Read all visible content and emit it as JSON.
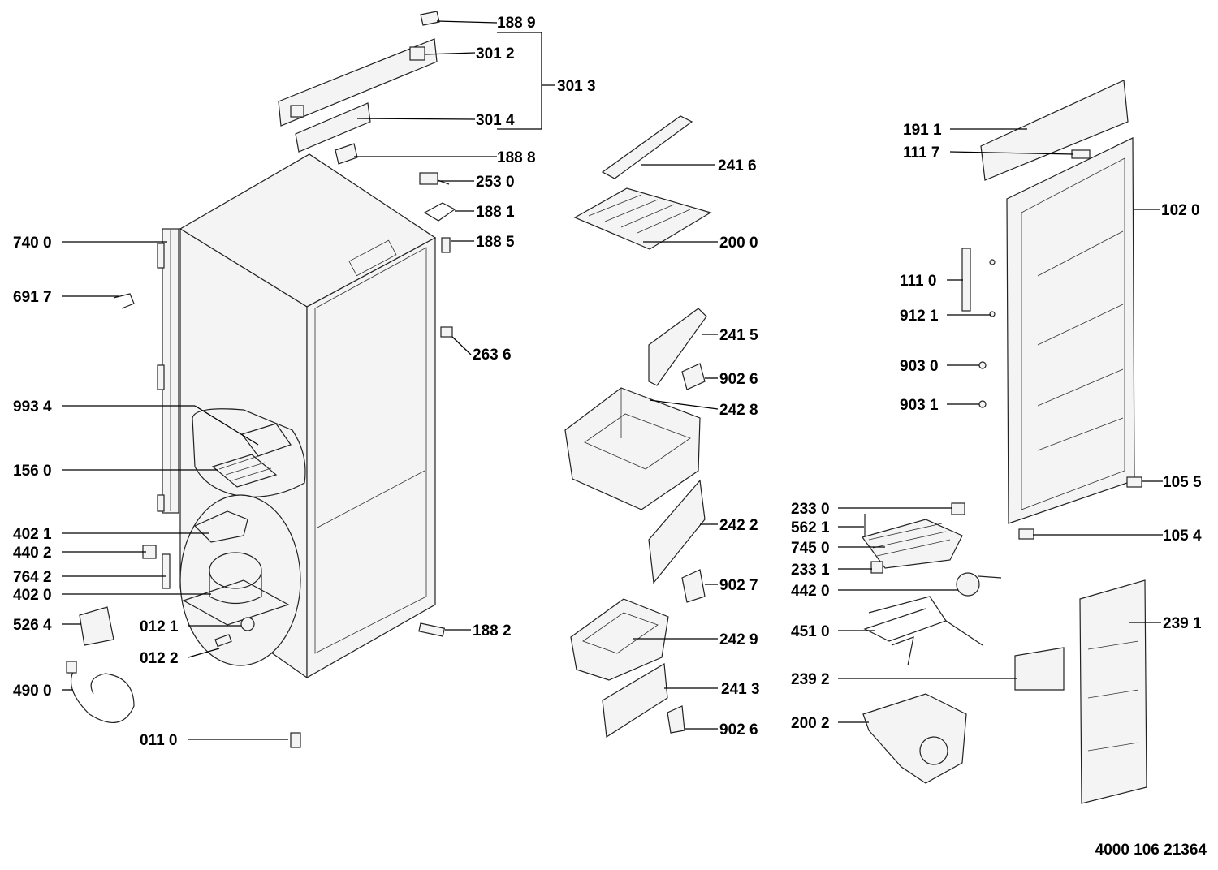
{
  "document_code": "4000 106 21364",
  "labels": {
    "l1889": "188 9",
    "l3012": "301 2",
    "l3013": "301 3",
    "l3014": "301 4",
    "l1888": "188 8",
    "l2530": "253 0",
    "l1881": "188 1",
    "l1885": "188 5",
    "l7400": "740 0",
    "l6917": "691 7",
    "l2636": "263 6",
    "l9934": "993 4",
    "l1560": "156 0",
    "l4021": "402 1",
    "l4402": "440 2",
    "l7642": "764 2",
    "l4020": "402 0",
    "l5264": "526 4",
    "l0121": "012 1",
    "l0122": "012 2",
    "l1882": "188 2",
    "l4900": "490 0",
    "l0110": "011 0",
    "l2416": "241 6",
    "l2000": "200 0",
    "l2415": "241 5",
    "l9026a": "902 6",
    "l2428": "242 8",
    "l2422": "242 2",
    "l9027": "902 7",
    "l2429": "242 9",
    "l2413": "241 3",
    "l9026b": "902 6",
    "l1911": "191 1",
    "l1117": "111 7",
    "l1020": "102 0",
    "l1110": "111 0",
    "l9121": "912 1",
    "l9030": "903 0",
    "l9031": "903 1",
    "l1055": "105 5",
    "l2330": "233 0",
    "l5621": "562 1",
    "l7450": "745 0",
    "l1054": "105 4",
    "l2331": "233 1",
    "l4420": "442 0",
    "l4510": "451 0",
    "l2391": "239 1",
    "l2392": "239 2",
    "l2002": "200 2"
  }
}
